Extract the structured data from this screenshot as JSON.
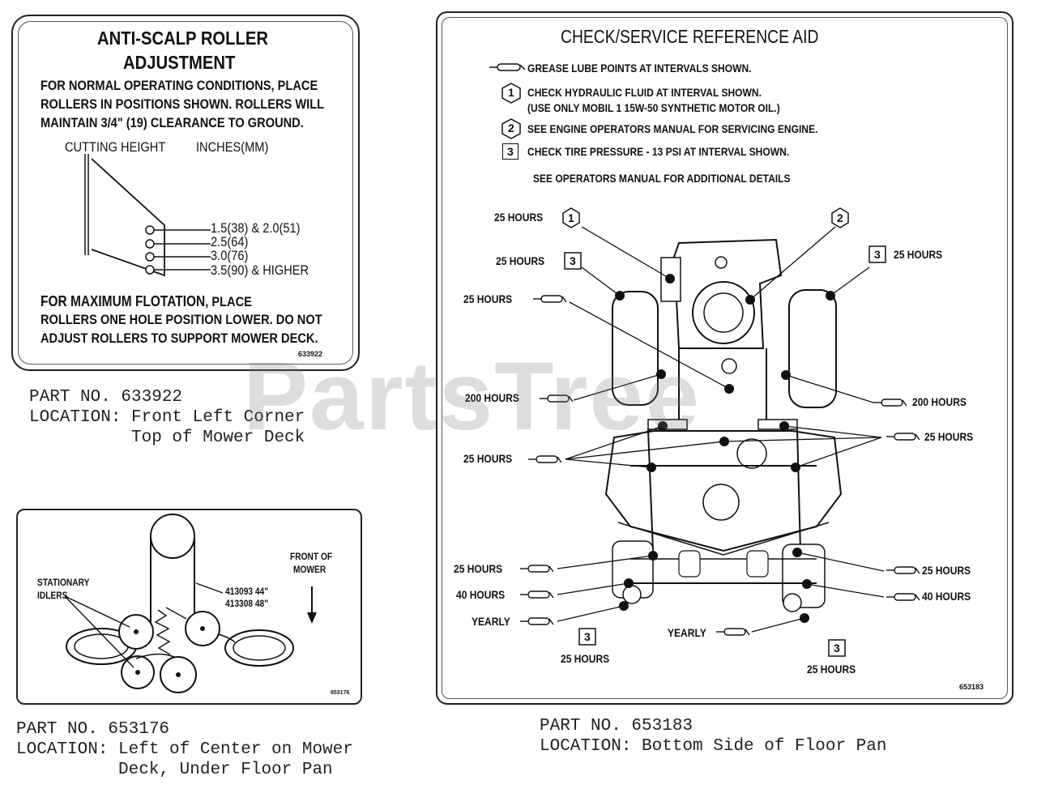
{
  "watermark": "PartsTree",
  "decal1": {
    "title1": "ANTI-SCALP ROLLER",
    "title2": "ADJUSTMENT",
    "line1": "FOR NORMAL OPERATING CONDITIONS, PLACE",
    "line2": "ROLLERS IN POSITIONS SHOWN. ROLLERS WILL",
    "line3": "MAINTAIN 3/4\" (19) CLEARANCE TO GROUND.",
    "header_height": "CUTTING HEIGHT",
    "header_units": "INCHES(MM)",
    "positions": [
      "1.5(38) & 2.0(51)",
      "2.5(64)",
      "3.0(76)",
      "3.5(90) & HIGHER"
    ],
    "max_bold": "FOR MAXIMUM FLOTATION",
    "max_rest": ", PLACE",
    "max2": "ROLLERS ONE HOLE POSITION LOWER. DO NOT",
    "max3": "ADJUST ROLLERS TO SUPPORT MOWER DECK.",
    "code": "633922",
    "part": "PART NO. 633922",
    "loc1": "LOCATION: Front Left Corner",
    "loc2": "          Top of Mower Deck"
  },
  "decal2": {
    "idlers1": "STATIONARY",
    "idlers2": "IDLERS",
    "belt1": "413093 44\"",
    "belt2": "413308 48\"",
    "front1": "FRONT OF",
    "front2": "MOWER",
    "code": "653176",
    "part": "PART NO. 653176",
    "loc1": "LOCATION: Left of Center on Mower",
    "loc2": "          Deck, Under Floor Pan"
  },
  "decal3": {
    "title": "CHECK/SERVICE REFERENCE AID",
    "legend": {
      "grease": "GREASE LUBE POINTS AT INTERVALS SHOWN.",
      "hyd1": "CHECK HYDRAULIC FLUID AT INTERVAL SHOWN.",
      "hyd2": "(USE ONLY MOBIL 1 15W-50 SYNTHETIC MOTOR OIL.)",
      "engine": "SEE ENGINE OPERATORS MANUAL FOR SERVICING ENGINE.",
      "tire": "CHECK TIRE PRESSURE - 13 PSI AT INTERVAL SHOWN.",
      "see": "SEE OPERATORS MANUAL FOR ADDITIONAL DETAILS",
      "n1": "1",
      "n2": "2",
      "n3": "3"
    },
    "labels": {
      "h25": "25 HOURS",
      "h200": "200 HOURS",
      "h40": "40 HOURS",
      "yearly": "YEARLY"
    },
    "code": "653183",
    "part": "PART NO. 653183",
    "loc1": "LOCATION: Bottom Side of Floor Pan"
  }
}
